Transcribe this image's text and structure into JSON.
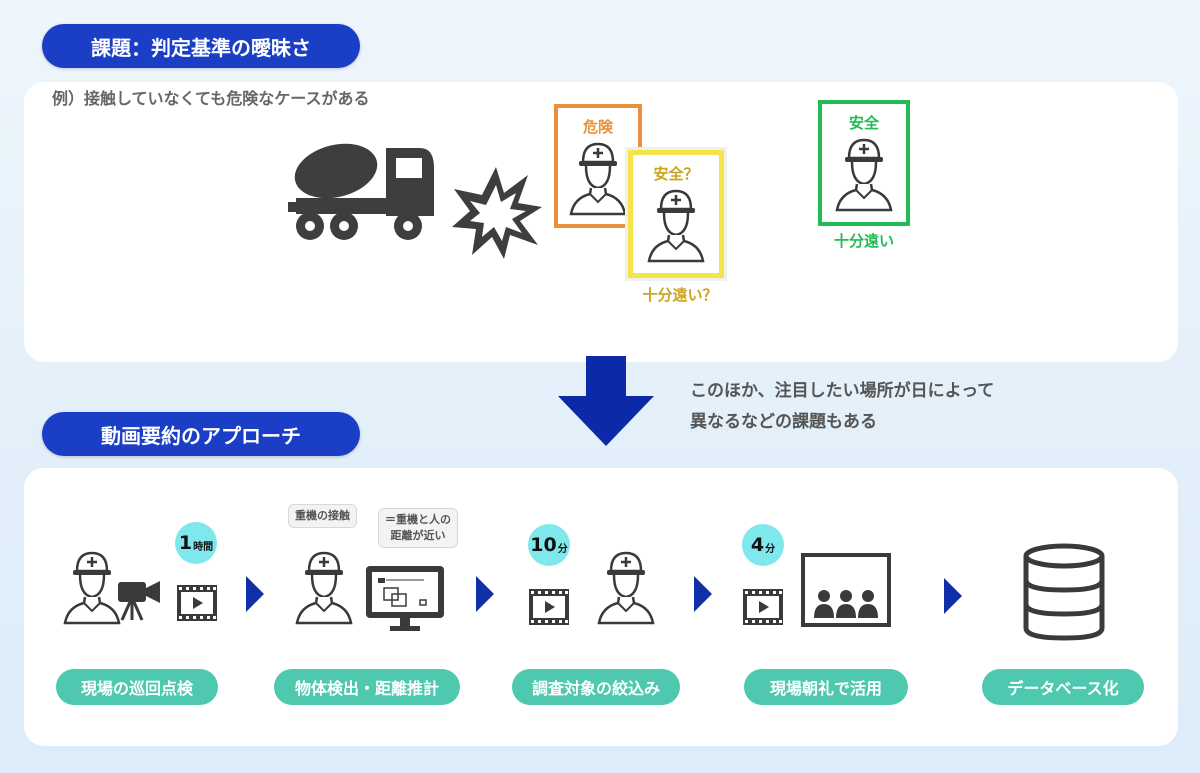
{
  "section1": {
    "title": "課題：判定基準の曖昧さ",
    "example_note": "例）接触していなくても危険なケースがある",
    "cards": [
      {
        "label": "危険",
        "color": "#e8913a"
      },
      {
        "label": "安全？",
        "color": "#f5e34a",
        "caption": "十分遠い？",
        "caption_color": "#c9a51c"
      },
      {
        "label": "安全",
        "color": "#22bb55",
        "caption": "十分遠い"
      }
    ]
  },
  "transition": {
    "note_line1": "このほか、注目したい場所が日によって",
    "note_line2": "異なるなどの課題もある"
  },
  "section2": {
    "title": "動画要約のアプローチ",
    "steps": [
      {
        "label": "現場の巡回点検",
        "badge_num": "1",
        "badge_unit": "時間"
      },
      {
        "label": "物体検出・距離推計",
        "bubble1": "重機の接触",
        "bubble2_line1": "＝重機と人の",
        "bubble2_line2": "距離が近い"
      },
      {
        "label": "調査対象の絞込み",
        "badge_num": "10",
        "badge_unit": "分"
      },
      {
        "label": "現場朝礼で活用",
        "badge_num": "4",
        "badge_unit": "分"
      },
      {
        "label": "データベース化"
      }
    ]
  },
  "colors": {
    "accent": "#1a3fc6",
    "arrow": "#0b2aa8",
    "step_pill": "#4ec9b0",
    "badge": "#7ee8ec",
    "icon": "#3a3a3a"
  }
}
